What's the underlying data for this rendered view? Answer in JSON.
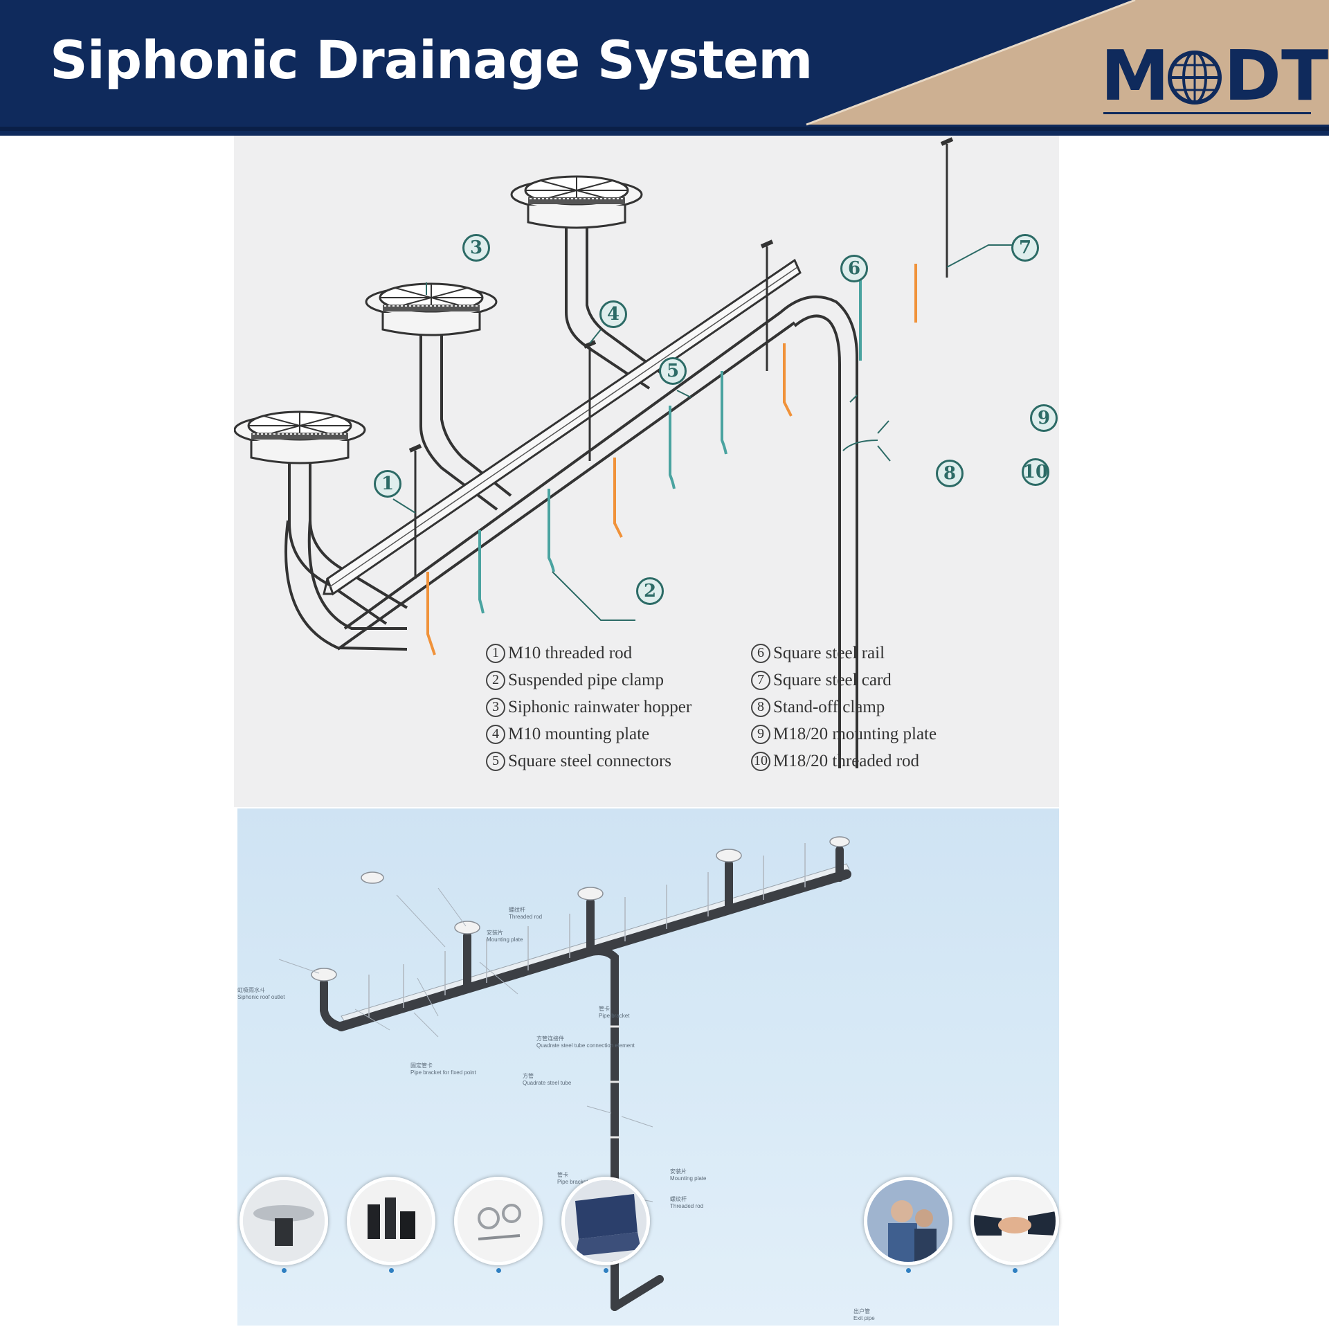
{
  "header": {
    "title": "Siphonic Drainage System",
    "logo": {
      "left": "M",
      "right": "DT",
      "globe_icon": "globe-icon"
    },
    "colors": {
      "navy": "#0f2a5c",
      "tan": "#cdb092"
    }
  },
  "top_diagram": {
    "callouts": [
      "1",
      "2",
      "3",
      "4",
      "5",
      "6",
      "7",
      "8",
      "9",
      "10"
    ],
    "legend_left": [
      {
        "num": "1",
        "text": "M10 threaded rod"
      },
      {
        "num": "2",
        "text": "Suspended pipe clamp"
      },
      {
        "num": "3",
        "text": "Siphonic rainwater hopper"
      },
      {
        "num": "4",
        "text": "M10 mounting plate"
      },
      {
        "num": "5",
        "text": "Square steel connectors"
      }
    ],
    "legend_right": [
      {
        "num": "6",
        "text": "Square steel rail"
      },
      {
        "num": "7",
        "text": "Square steel card"
      },
      {
        "num": "8",
        "text": "Stand-off clamp"
      },
      {
        "num": "9",
        "text": "M18/20 mounting plate"
      },
      {
        "num": "10",
        "text": "M18/20 threaded rod"
      }
    ],
    "colors": {
      "pipe": "#3a3a3a",
      "clamp_teal": "#4aa3a0",
      "clamp_orange": "#f0923a"
    }
  },
  "bottom_render": {
    "labels": [
      {
        "cn": "螺纹杆",
        "en": "Threaded rod"
      },
      {
        "cn": "安装片",
        "en": "Mounting plate"
      },
      {
        "cn": "虹吸雨水斗",
        "en": "Siphonic roof outlet"
      },
      {
        "cn": "管卡",
        "en": "Pipe bracket"
      },
      {
        "cn": "方管连接件",
        "en": "Quadrate steel tube connection element"
      },
      {
        "cn": "固定管卡",
        "en": "Pipe bracket for fixed point"
      },
      {
        "cn": "方管",
        "en": "Quadrate steel tube"
      },
      {
        "cn": "管卡",
        "en": "Pipe bracket"
      },
      {
        "cn": "安装片",
        "en": "Mounting plate"
      },
      {
        "cn": "螺纹杆",
        "en": "Threaded rod"
      },
      {
        "cn": "出户管",
        "en": "Exit pipe"
      }
    ],
    "photos": [
      "roof-outlet-photo",
      "pipe-fittings-photo",
      "brackets-photo",
      "laptop-photo",
      "engineers-photo",
      "handshake-photo"
    ]
  }
}
